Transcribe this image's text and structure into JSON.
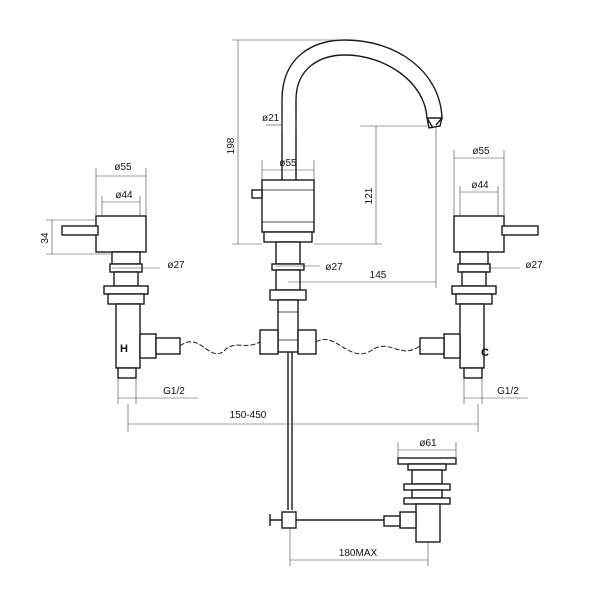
{
  "dimensions": {
    "spout_height": "198",
    "spout_tube_diameter": "ø21",
    "spout_body_diameter": "ø55",
    "spout_outlet_height": "121",
    "spout_reach": "145",
    "spout_base_diameter": "ø27",
    "left_handle_diameter": "ø55",
    "left_body_diameter": "ø44",
    "left_handle_height": "34",
    "left_base_diameter": "ø27",
    "right_handle_diameter": "ø55",
    "right_body_diameter": "ø44",
    "right_base_diameter": "ø27",
    "left_thread": "G1/2",
    "right_thread": "G1/2",
    "centres_range": "150-450",
    "waste_diameter": "ø61",
    "rod_length": "180MAX"
  },
  "markers": {
    "hot": "H",
    "cold": "C"
  }
}
